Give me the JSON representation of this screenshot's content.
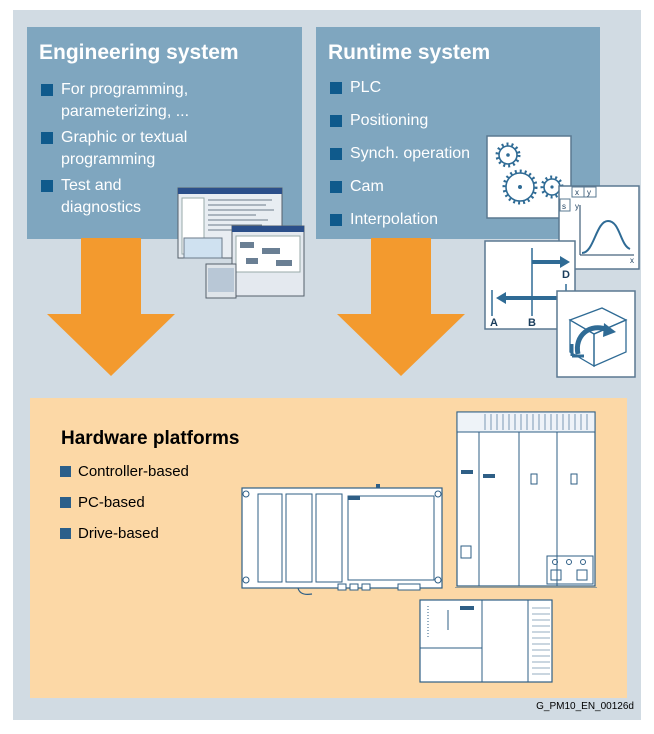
{
  "engineering": {
    "title": "Engineering system",
    "items": [
      {
        "label_line1": "For programming,",
        "label_line2": "parameterizing, ..."
      },
      {
        "label_line1": "Graphic or textual",
        "label_line2": "programming"
      },
      {
        "label_line1": "Test and",
        "label_line2": "diagnostics"
      }
    ]
  },
  "runtime": {
    "title": "Runtime system",
    "items": [
      "PLC",
      "Positioning",
      "Synch. operation",
      "Cam",
      "Interpolation"
    ]
  },
  "hardware": {
    "title": "Hardware platforms",
    "items": [
      "Controller-based",
      "PC-based",
      "Drive-based"
    ]
  },
  "diagram_labels": {
    "cam_axis_x": "x",
    "cam_axis_y": "y",
    "cam_tab_x": "x",
    "cam_tab_y": "y",
    "cam_tab_s": "s",
    "pos_a": "A",
    "pos_b": "B",
    "pos_d": "D"
  },
  "figure_id": "G_PM10_EN_00126d",
  "colors": {
    "background": "#d1dbe3",
    "panel": "#7fa6bf",
    "bullet": "#0f5a8c",
    "arrow": "#f39a2e",
    "hardware_bg": "#fcd8a6"
  }
}
